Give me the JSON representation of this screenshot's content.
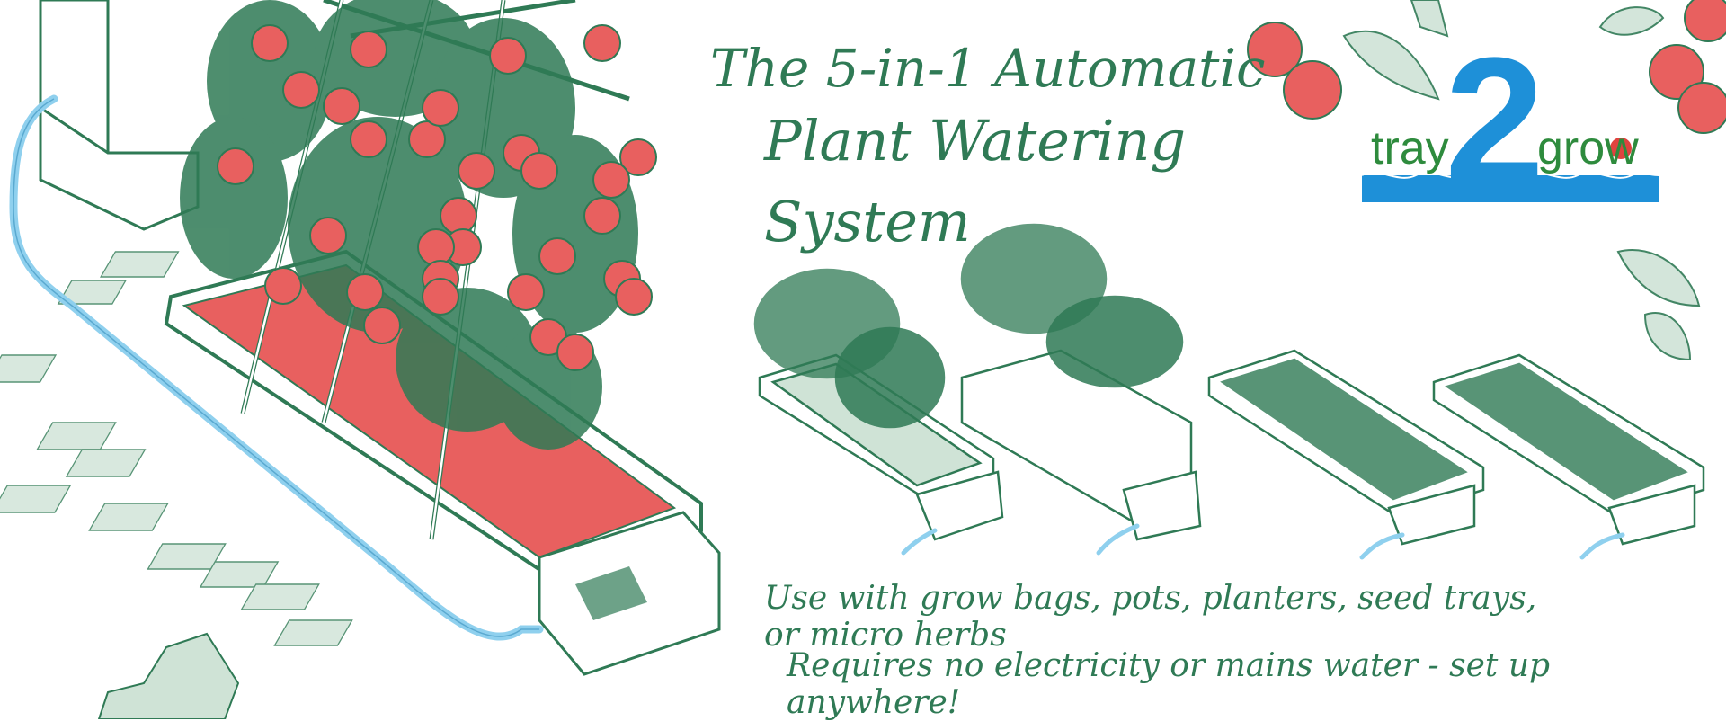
{
  "headline": {
    "line1": "The 5-in-1 Automatic",
    "line2": "Plant Watering System"
  },
  "logo": {
    "part1": "tray",
    "part2": "2",
    "part3": "grow",
    "colors": {
      "blue": "#1e90d8",
      "green": "#2e8b3d",
      "red": "#e0433f"
    }
  },
  "taglines": [
    "Use with grow bags, pots, planters, seed trays, or micro herbs",
    "Requires no electricity or mains water - set up anywhere!"
  ],
  "colors": {
    "illustration_green": "#2f7a55",
    "tomato_red": "#e8605f",
    "hose_blue": "#8fd0ee",
    "pale_green": "#cfe3d6"
  }
}
